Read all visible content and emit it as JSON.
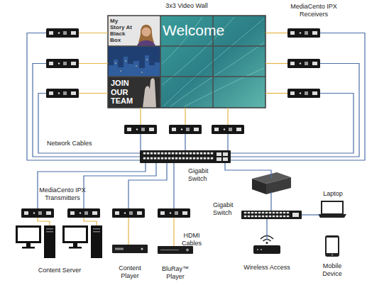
{
  "diagram": {
    "nodes": [
      {
        "text": [
          "3x3 Video Wall"
        ]
      },
      {
        "text": [
          "My Story At Black Box"
        ],
        "in": 0
      },
      {
        "text": [
          "Welcome"
        ],
        "in": 0
      },
      {
        "text": [
          "JOIN OUR TEAM"
        ],
        "in": 0
      },
      {
        "text": [
          "Gigabit Switch"
        ]
      },
      {
        "text": [
          "Gigabit Switch"
        ]
      },
      {
        "text": [
          "Laptop"
        ]
      },
      {
        "text": [
          "Content Server"
        ]
      },
      {
        "text": [
          "Content Player"
        ]
      },
      {
        "text": [
          "BluRay™ Player"
        ]
      },
      {
        "text": [
          "Wireless Access"
        ]
      },
      {
        "text": [
          "Mobile Device"
        ]
      }
    ],
    "edges": [
      {
        "from": 4,
        "to": 5,
        "arrow": "none"
      },
      {
        "from": 5,
        "to": 6,
        "arrow": "none"
      },
      {
        "from": 5,
        "to": 10,
        "arrow": "none"
      }
    ],
    "labels": [
      "MediaCento IPX Receivers",
      "Network Cables",
      "MediaCento IPX Transmitters",
      "HDMI Cables"
    ]
  }
}
